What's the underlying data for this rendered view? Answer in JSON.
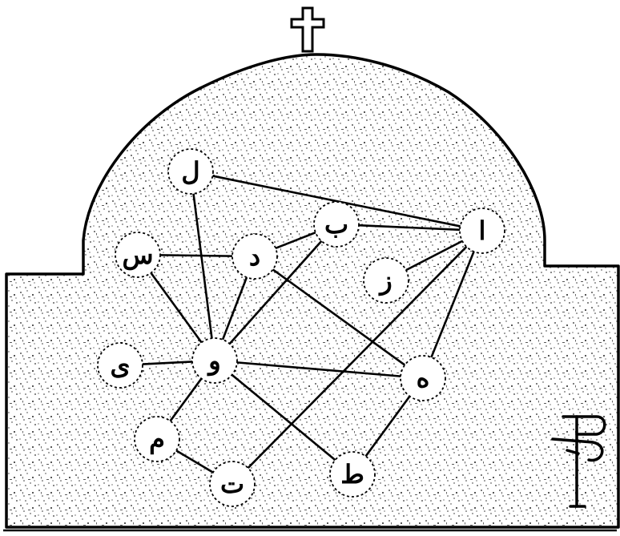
{
  "diagram": {
    "nodes": [
      {
        "id": "lam",
        "label": "ل"
      },
      {
        "id": "ba",
        "label": "ب"
      },
      {
        "id": "alif",
        "label": "ا"
      },
      {
        "id": "sin",
        "label": "س"
      },
      {
        "id": "dal",
        "label": "د"
      },
      {
        "id": "zay",
        "label": "ز"
      },
      {
        "id": "waw",
        "label": "و"
      },
      {
        "id": "ya",
        "label": "ى"
      },
      {
        "id": "ha",
        "label": "ه"
      },
      {
        "id": "mim",
        "label": "م"
      },
      {
        "id": "ta",
        "label": "ت"
      },
      {
        "id": "tah",
        "label": "ط"
      }
    ],
    "edges": [
      [
        "lam",
        "alif"
      ],
      [
        "lam",
        "waw"
      ],
      [
        "ba",
        "alif"
      ],
      [
        "ba",
        "dal"
      ],
      [
        "ba",
        "waw"
      ],
      [
        "alif",
        "zay"
      ],
      [
        "alif",
        "ta"
      ],
      [
        "alif",
        "ha"
      ],
      [
        "sin",
        "dal"
      ],
      [
        "sin",
        "waw"
      ],
      [
        "dal",
        "waw"
      ],
      [
        "dal",
        "ha"
      ],
      [
        "ya",
        "waw"
      ],
      [
        "waw",
        "ha"
      ],
      [
        "waw",
        "mim"
      ],
      [
        "waw",
        "tah"
      ],
      [
        "mim",
        "ta"
      ],
      [
        "ha",
        "tah"
      ]
    ],
    "symbols": {
      "top": "cross-icon",
      "right": "staff-monogram-icon"
    },
    "colors": {
      "ink": "#000000",
      "paper": "#ffffff"
    }
  }
}
